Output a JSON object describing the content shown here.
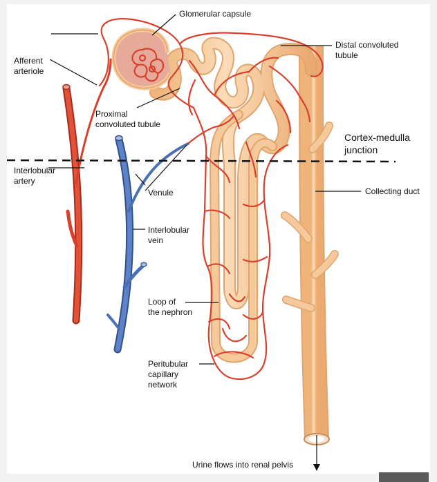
{
  "labels": {
    "glomerular_capsule": "Glomerular capsule",
    "distal_convoluted_tubule": "Distal convoluted\ntubule",
    "afferent_arteriole": "Afferent\narteriole",
    "proximal_convoluted_tubule": "Proximal\nconvoluted tubule",
    "cortex_medulla_junction": "Cortex-medulla\njunction",
    "interlobular_artery": "Interlobular\nartery",
    "venule": "Venule",
    "collecting_duct": "Collecting duct",
    "interlobular_vein": "Interlobular\nvein",
    "loop_of_the_nephron": "Loop of\nthe nephron",
    "peritubular_capillary_network": "Peritubular\ncapillary\nnetwork",
    "urine_flows": "Urine flows into renal pelvis"
  },
  "colors": {
    "artery": "#d8402c",
    "vein": "#4a6fb5",
    "tubule": "#f6c99a",
    "tubule_outline": "#e0a56e",
    "capillary": "#d8402c",
    "glomerulus_bg": "#e7a99a"
  }
}
